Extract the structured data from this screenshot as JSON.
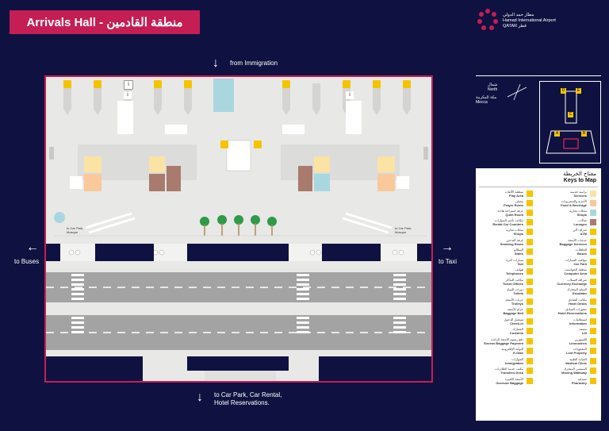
{
  "title": "Arrivals Hall - منطقة القادمين",
  "logo": {
    "ar": "مطار حمد الدولي",
    "en": "Hamad International Airport",
    "country": "QATAR قطر"
  },
  "nav": {
    "top": "from Immigration",
    "left": "to Buses",
    "right": "to Taxi",
    "bottom": "to Car Park, Car Rental,\nHotel Reservations.",
    "car_park_left": "to Car Park,\nMosque",
    "car_park_right": "to Car Park,\nMosque"
  },
  "compass": {
    "north_ar": "شمال",
    "north_en": "North",
    "mecca_ar": "مكة المكرمة",
    "mecca_en": "Mecca"
  },
  "overview_labels": [
    "D",
    "E",
    "C",
    "A",
    "B"
  ],
  "legend": {
    "title_ar": "مفتاح الخريطة",
    "title_en": "Keys to Map",
    "color_keys": [
      {
        "ar": "منطقة الألعاب",
        "en": "Play Area",
        "color": ""
      },
      {
        "ar": "مصلى",
        "en": "Prayer Room",
        "color": ""
      },
      {
        "ar": "غرفة استراحة هادئة",
        "en": "Quiet Room",
        "color": ""
      },
      {
        "ar": "مكاتب تأجير السيارات",
        "en": "Rental Car Counters",
        "color": ""
      }
    ],
    "category_keys": [
      {
        "ar": "براميد خدمية",
        "en": "Services",
        "color": "#fbe3a6"
      },
      {
        "ar": "الأغذية والمشروبات",
        "en": "Food & Beverage",
        "color": "#f9c99a"
      },
      {
        "ar": "محلات تجارية",
        "en": "Shops",
        "color": "#a9d7e0"
      },
      {
        "ar": "صالات",
        "en": "Lounges",
        "color": "#a87b6e"
      }
    ],
    "left_icons": [
      {
        "ar": "محلات تجارية",
        "en": "Shops",
        "icon": "shop-icon"
      },
      {
        "ar": "غرفة التدخين",
        "en": "Smoking Room",
        "icon": "smoking-icon"
      },
      {
        "ar": "السلالم",
        "en": "Stairs",
        "icon": "stairs-icon"
      },
      {
        "ar": "سيارات أجرة",
        "en": "Taxi",
        "icon": "taxi-icon"
      },
      {
        "ar": "هواتف",
        "en": "Telephones",
        "icon": "phone-icon"
      },
      {
        "ar": "مكاتب التذاكر",
        "en": "Ticket Offices",
        "icon": "ticket-icon"
      },
      {
        "ar": "دورات المياه",
        "en": "Toilets",
        "icon": "toilet-icon"
      },
      {
        "ar": "عربات الأمتعة",
        "en": "Trolleys",
        "icon": "trolley-icon"
      },
      {
        "ar": "حزام الأمتعة",
        "en": "Baggage Belt",
        "icon": "belt-icon"
      },
      {
        "ar": "تسجيل الدخول",
        "en": "Check-in",
        "icon": "checkin-icon"
      },
      {
        "ar": "الجمارك",
        "en": "Customs",
        "icon": "customs-icon"
      },
      {
        "ar": "دفع رسوم الأمتعة الزائدة",
        "en": "Excess Baggage Payment",
        "icon": "excess-icon"
      },
      {
        "ar": "البوابة الإلكترونية",
        "en": "E-Gate",
        "icon": "egate-icon"
      },
      {
        "ar": "الجوازات",
        "en": "Immigration",
        "icon": "immigration-icon"
      },
      {
        "ar": "مكتب خدمة الطائرات",
        "en": "Transfers Desk",
        "icon": "transfer-icon"
      },
      {
        "ar": "الأمتعة الكبيرة",
        "en": "Oversize Baggage",
        "icon": "oversize-icon"
      }
    ],
    "right_icons": [
      {
        "ar": "صراف آلي",
        "en": "ATM",
        "icon": "atm-icon"
      },
      {
        "ar": "خدمات الأمتعة",
        "en": "Baggage Services",
        "icon": "baggage-services-icon"
      },
      {
        "ar": "الحافلات",
        "en": "Buses",
        "icon": "bus-icon"
      },
      {
        "ar": "مواقف السيارات",
        "en": "Car Park",
        "icon": "parking-icon"
      },
      {
        "ar": "منطقة الحواسيب",
        "en": "Computer Area",
        "icon": "computer-icon"
      },
      {
        "ar": "صرافة العملات",
        "en": "Currency Exchange",
        "icon": "currency-icon"
      },
      {
        "ar": "السلم المتحرك",
        "en": "Escalator",
        "icon": "escalator-icon"
      },
      {
        "ar": "مكاتب الفنادق",
        "en": "Hotel Desks",
        "icon": "hotel-icon"
      },
      {
        "ar": "حجوزات الفنادق",
        "en": "Hotel Reservations",
        "icon": "hotel-res-icon"
      },
      {
        "ar": "استعلامات",
        "en": "Information",
        "icon": "info-icon"
      },
      {
        "ar": "مصعد",
        "en": "Lift",
        "icon": "lift-icon"
      },
      {
        "ar": "الليموزين",
        "en": "Limousines",
        "icon": "limo-icon"
      },
      {
        "ar": "المفقودات",
        "en": "Lost Property",
        "icon": "lost-icon"
      },
      {
        "ar": "العيادة الطبية",
        "en": "Medical Clinic",
        "icon": "medical-icon"
      },
      {
        "ar": "الممشى المتحرك",
        "en": "Moving Walkway",
        "icon": "walkway-icon"
      },
      {
        "ar": "صيدلية",
        "en": "Pharmacy",
        "icon": "pharmacy-icon"
      }
    ]
  }
}
